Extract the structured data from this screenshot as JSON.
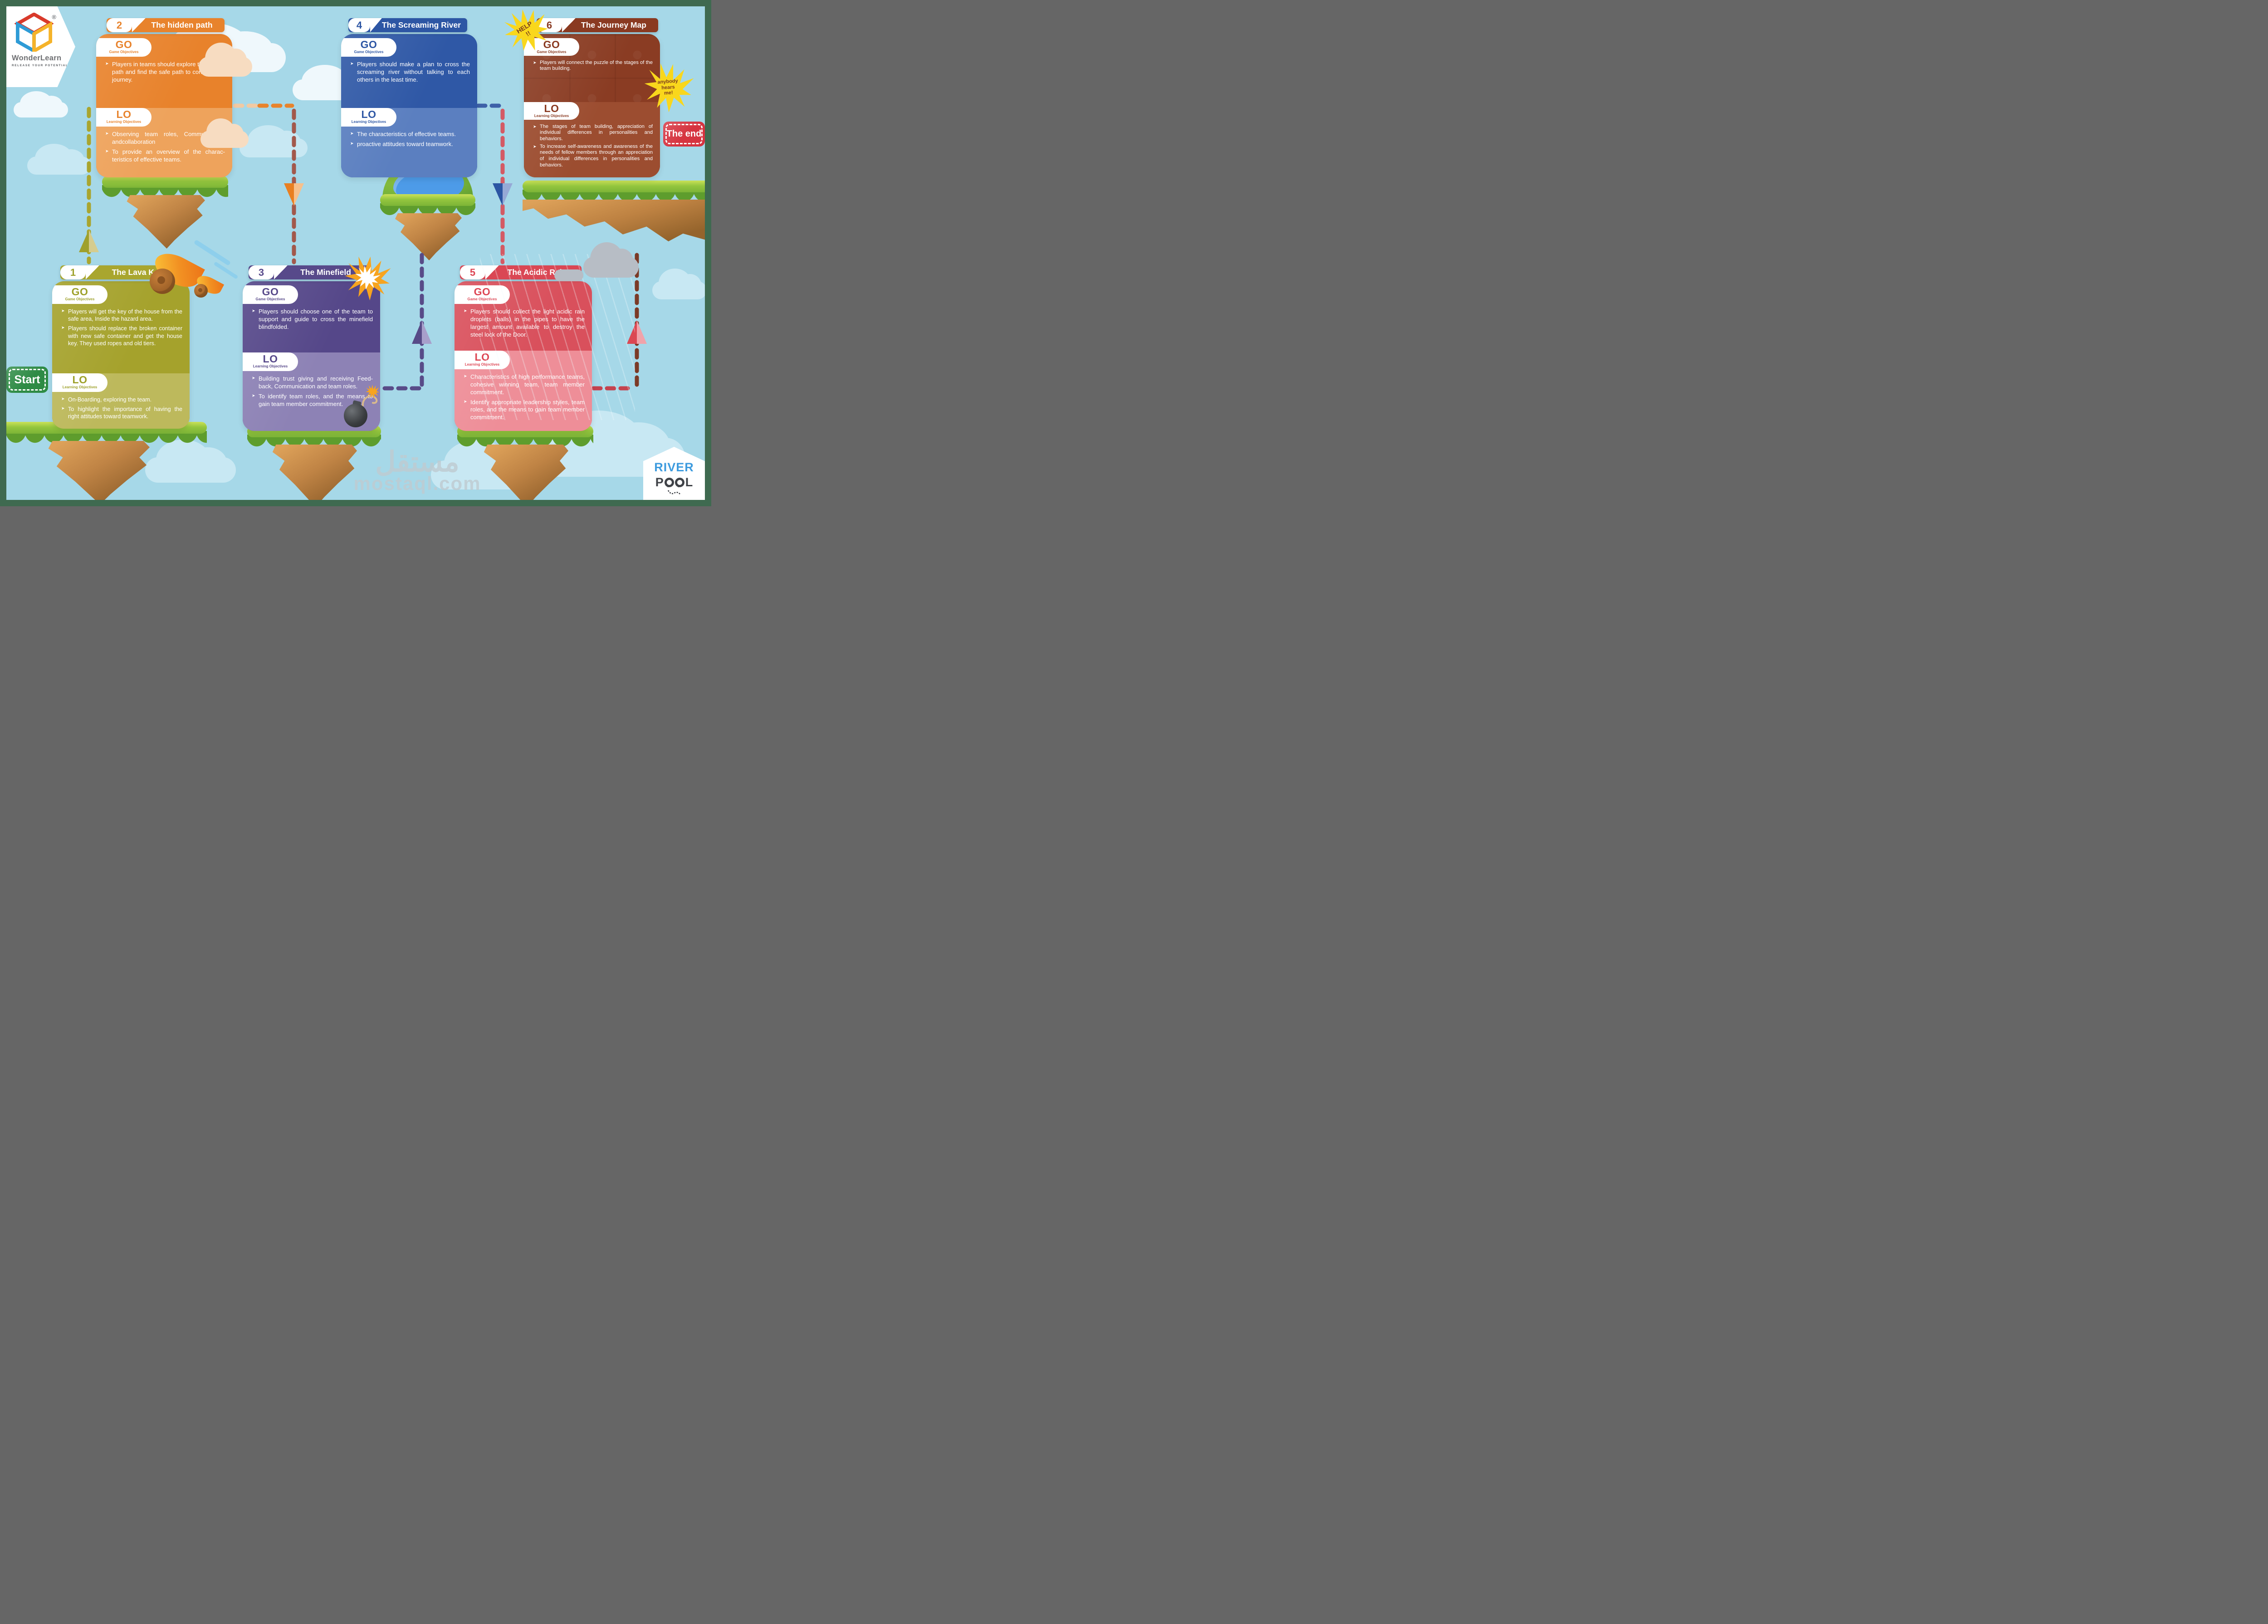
{
  "logo": {
    "name": "WonderLearn",
    "tagline": "RELEASE YOUR POTENTIAL",
    "registered": "®"
  },
  "footer_logo": {
    "river": "RIVER",
    "pool_p": "P",
    "pool_l": "L",
    "pool_word": "POOL"
  },
  "badges": {
    "start": "Start",
    "end": "The end"
  },
  "callouts": {
    "help_line1": "HELP",
    "help_line2": "!!",
    "anybody_line1": "anybody",
    "anybody_line2": "hears",
    "anybody_line3": "me!"
  },
  "watermark": {
    "arabic": "مستقل",
    "latin": "mostaql.com"
  },
  "section_labels": {
    "go": "GO",
    "go_full": "Game Objectives",
    "lo": "LO",
    "lo_full": "Learning Objectives"
  },
  "stages": [
    {
      "number": "1",
      "title": "The Lava Key",
      "colors": {
        "header": "#A9A62E",
        "body_top": "#A5A22C",
        "body_bottom": "#BDB95C"
      },
      "go": [
        "Players will get the key of the house from the safe area, Inside the hazard area.",
        "Players should replace the broken container with new safe container and get the house key. They used ropes and old tiers."
      ],
      "lo": [
        "On-Boarding, exploring the team.",
        "To highlight the importance of having the right attitudes toward teamwork."
      ]
    },
    {
      "number": "2",
      "title": "The hidden path",
      "colors": {
        "header": "#E8832C",
        "body_top": "#E8822B",
        "body_bottom": "#EEA35C"
      },
      "go": [
        "Players in teams should explore the hidden path and find the safe path to continue the journey."
      ],
      "lo": [
        "Observing team roles, Communication andcollaboration",
        "To provide an overview of the charac­teristics of effective teams."
      ]
    },
    {
      "number": "3",
      "title": "The Minefield",
      "colors": {
        "header": "#57498A",
        "body_top": "#554789",
        "body_bottom": "#8D82B5"
      },
      "go": [
        "Players should choose one of the team to support and guide to cross the minefield blindfolded."
      ],
      "lo": [
        "Building trust giving and receiving Feed­back, Communication and team roles.",
        "To identify team roles, and the means to gain team member commitment."
      ]
    },
    {
      "number": "4",
      "title": "The Screaming River",
      "colors": {
        "header": "#2D56A4",
        "body_top": "#2F58A6",
        "body_bottom": "#5B7FC0"
      },
      "go": [
        "Players should make a plan to cross the screaming river without talking to each others in the least time."
      ],
      "lo": [
        "The characteristics of effective teams.",
        "proactive attitudes toward teamwork."
      ]
    },
    {
      "number": "5",
      "title": "The Acidic Rain",
      "colors": {
        "header": "#DA4754",
        "body_top": "#D9505C",
        "body_bottom": "#EE8E98"
      },
      "go": [
        "Players should collect the light acidic rain droplets (balls) in the pipes to have the largest amount available to destroy the steel lock of the Door."
      ],
      "lo": [
        "Characteristics of high performance teams, cohesive winning team, team member commitment.",
        "Identify appropriate leadership styles, team roles, and the means to gain team member commitment."
      ]
    },
    {
      "number": "6",
      "title": "The Journey Map",
      "colors": {
        "header": "#8A3A21",
        "body_top": "#8A3C23",
        "body_bottom": "#9C4D30"
      },
      "go": [
        "Players will connect the puzzle of the stages of the team building."
      ],
      "lo": [
        "The stages of team building, apprecia­tion of individual differences in personalities and behaviors.",
        "To increase self-awareness and awareness of the needs of fellow members through an appreciation of individual differences in personalities and behaviors."
      ]
    }
  ],
  "connectors": [
    {
      "from": "1",
      "to": "2",
      "direction": "up",
      "line_color": "#A9A52F",
      "arrow_colors": [
        "#9FA02B",
        "#D5CC8E"
      ]
    },
    {
      "from": "2",
      "to": "3",
      "direction": "down",
      "line_color": "#A2584B",
      "arrow_colors": [
        "#E87F21",
        "#F6C08C"
      ]
    },
    {
      "from": "3",
      "to": "4",
      "direction": "up",
      "line_color": "#584B88",
      "arrow_colors": [
        "#574A87",
        "#A89FCB"
      ]
    },
    {
      "from": "4",
      "to": "5",
      "direction": "down",
      "line_color": "#D45A64",
      "arrow_colors": [
        "#2B55A3",
        "#96A9D6"
      ]
    },
    {
      "from": "5",
      "to": "6",
      "direction": "up",
      "line_color": "#7B3A26",
      "arrow_colors": [
        "#DB4853",
        "#F0A3AA"
      ]
    }
  ]
}
